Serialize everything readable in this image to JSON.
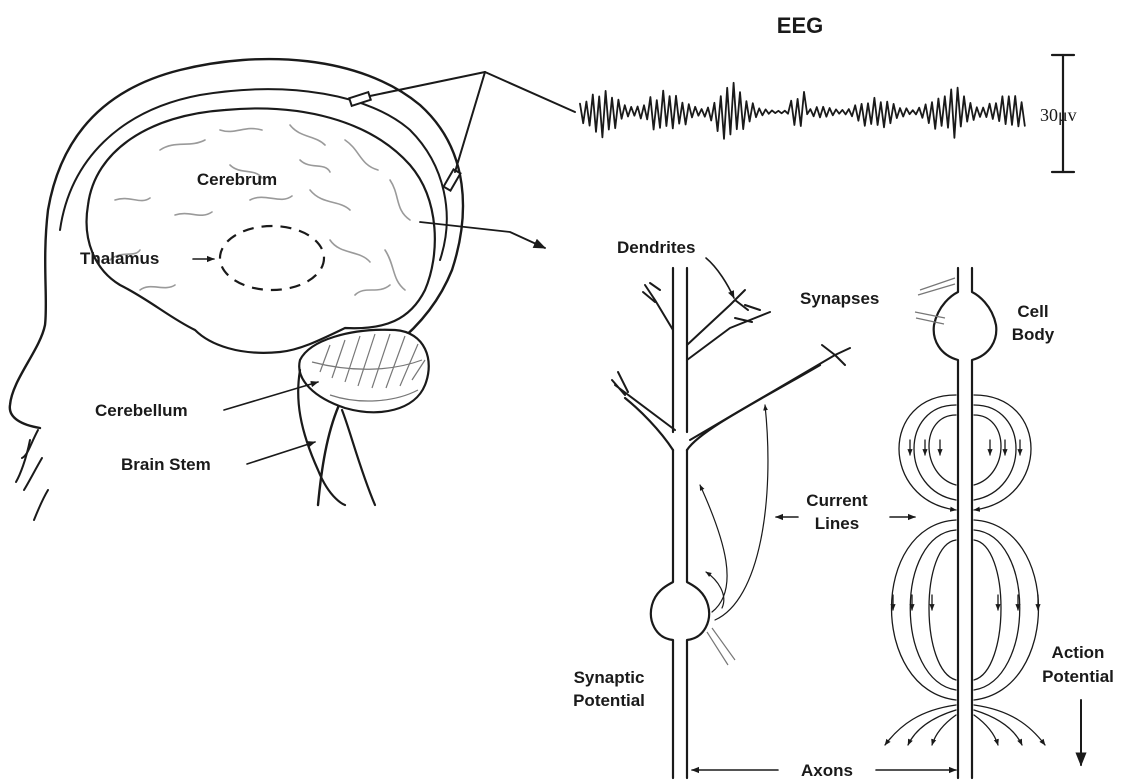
{
  "eeg": {
    "title": "EEG",
    "scale": "30μv"
  },
  "brain": {
    "cerebrum": "Cerebrum",
    "thalamus": "Thalamus",
    "cerebellum": "Cerebellum",
    "brain_stem": "Brain Stem"
  },
  "neurons": {
    "dendrites": "Dendrites",
    "synapses": "Synapses",
    "cell_body_line1": "Cell",
    "cell_body_line2": "Body",
    "current_lines_line1": "Current",
    "current_lines_line2": "Lines",
    "synaptic_potential_line1": "Synaptic",
    "synaptic_potential_line2": "Potential",
    "action_potential_line1": "Action",
    "action_potential_line2": "Potential",
    "axons": "Axons"
  }
}
